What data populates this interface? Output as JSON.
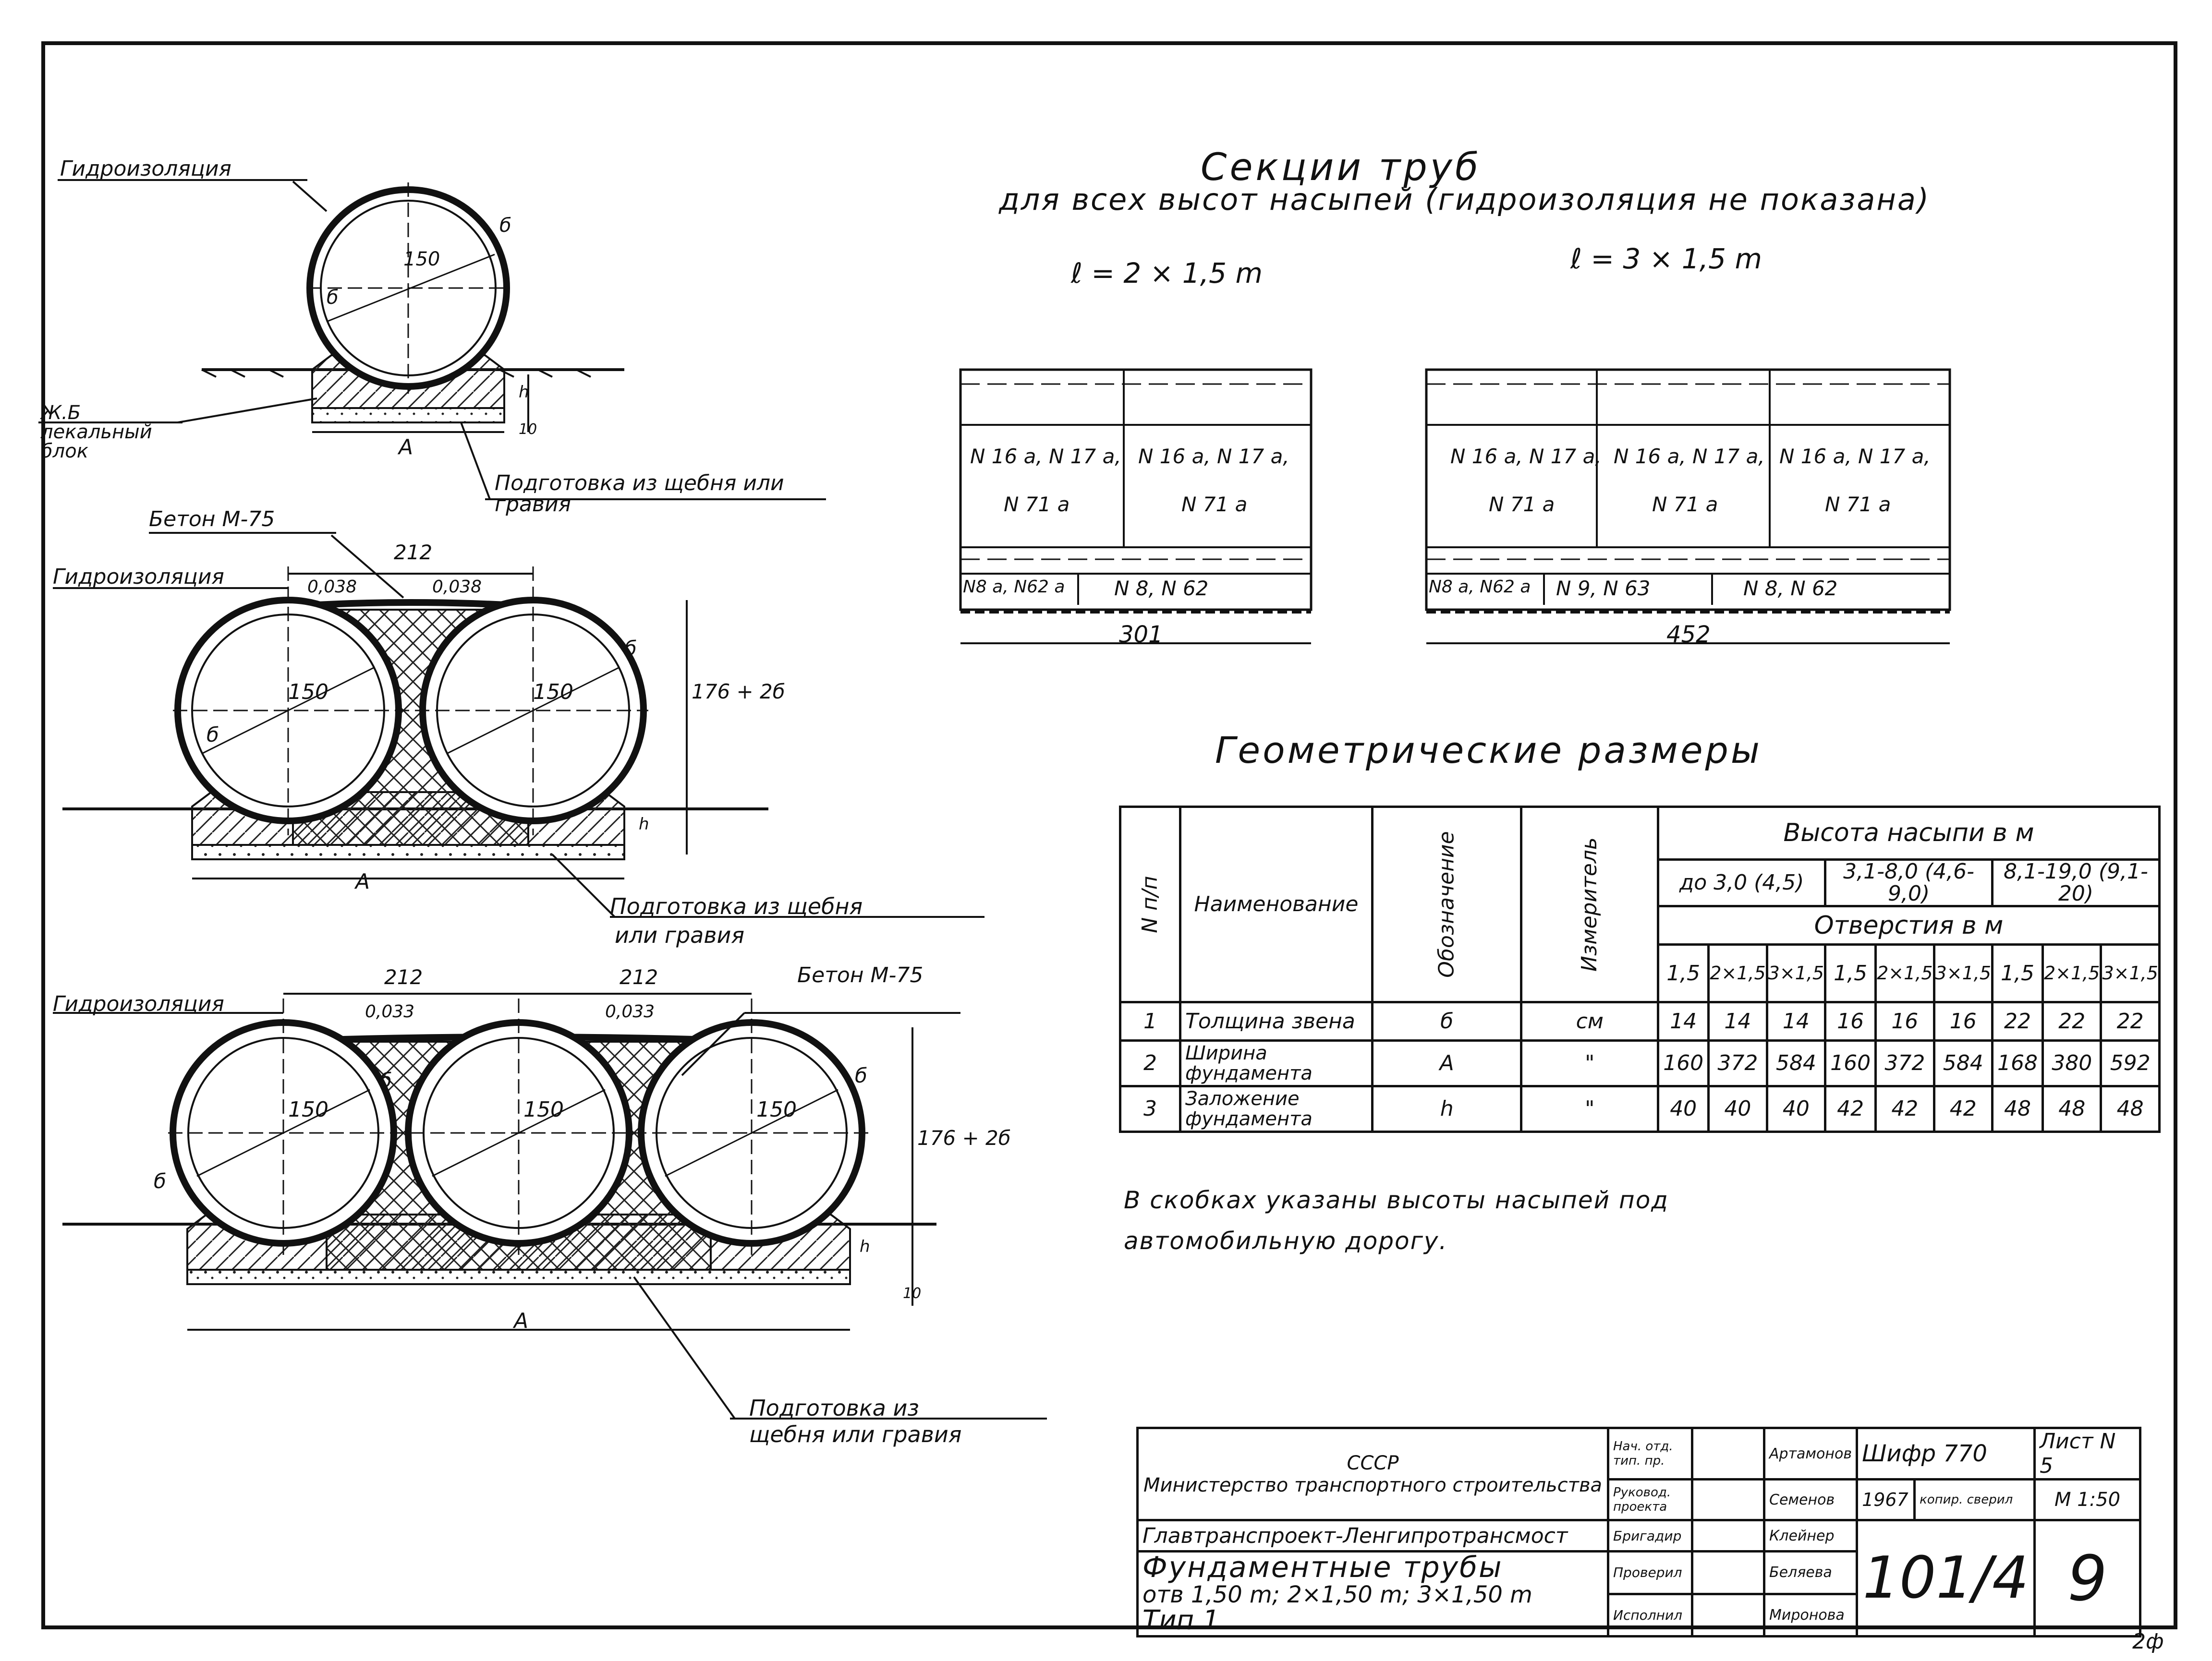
{
  "header": {
    "title": "Секции труб",
    "subtitle": "для всех высот насыпей (гидроизоляция не показана)",
    "left_len": "ℓ = 2 × 1,5 m",
    "right_len": "ℓ = 3 × 1,5 m"
  },
  "sections": {
    "left": {
      "row1": [
        "N 16 a, N 17 a,",
        "N 16 a, N 17 a,"
      ],
      "row2": [
        "N 71 a",
        "N 71 a"
      ],
      "row3": [
        "N8 a, N62 a",
        "N 8, N 62"
      ],
      "dim": "301"
    },
    "right": {
      "row1": [
        "N 16 a, N 17 a,",
        "N 16 a, N 17 a,",
        "N 16 a, N 17 a,"
      ],
      "row2": [
        "N 71 a",
        "N 71 a",
        "N 71 a"
      ],
      "row3": [
        "N8 a, N62 a",
        "N 9, N 63",
        "N 8, N 62"
      ],
      "dim": "452"
    }
  },
  "drawing1": {
    "waterproofing": "Гидроизоляция",
    "diam": "150",
    "wall": "б",
    "block": "Ж.Б лекальный блок",
    "dimA": "A",
    "dimh": "h",
    "dim10": "10",
    "base": "Подготовка из щебня или гравия"
  },
  "drawing2": {
    "concrete": "Бетон М-75",
    "waterproofing": "Гидроизоляция",
    "span": "212",
    "slope1": "0,038",
    "slope2": "0,038",
    "diam": "150",
    "wall": "б",
    "height": "176 + 2б",
    "dimA": "A",
    "dimh": "h",
    "base1": "Подготовка из щебня",
    "base2": "или гравия"
  },
  "drawing3": {
    "concrete": "Бетон М-75",
    "waterproofing": "Гидроизоляция",
    "span1": "212",
    "span2": "212",
    "slope1": "0,033",
    "slope2": "0,033",
    "diam": "150",
    "wall": "б",
    "height": "176 + 2б",
    "dimA": "A",
    "dimh": "h",
    "dim10": "10",
    "base1": "Подготовка из",
    "base2": "щебня или гравия"
  },
  "geom": {
    "title": "Геометрические размеры",
    "col_no": "N п/п",
    "col_name": "Наименование",
    "col_sym": "Обозначение",
    "col_unit": "Измеритель",
    "height_hdr": "Высота насыпи в м",
    "ranges": [
      "до 3,0 (4,5)",
      "3,1-8,0 (4,6-9,0)",
      "8,1-19,0 (9,1-20)"
    ],
    "openings_hdr": "Отверстия в м",
    "openings": [
      "1,5",
      "2×1,5",
      "3×1,5",
      "1,5",
      "2×1,5",
      "3×1,5",
      "1,5",
      "2×1,5",
      "3×1,5"
    ],
    "rows": [
      {
        "no": "1",
        "name": "Толщина звена",
        "sym": "б",
        "unit": "см",
        "vals": [
          "14",
          "14",
          "14",
          "16",
          "16",
          "16",
          "22",
          "22",
          "22"
        ]
      },
      {
        "no": "2",
        "name": "Ширина фундамента",
        "sym": "A",
        "unit": "\"",
        "vals": [
          "160",
          "372",
          "584",
          "160",
          "372",
          "584",
          "168",
          "380",
          "592"
        ]
      },
      {
        "no": "3",
        "name": "Заложение фундамента",
        "sym": "h",
        "unit": "\"",
        "vals": [
          "40",
          "40",
          "40",
          "42",
          "42",
          "42",
          "48",
          "48",
          "48"
        ]
      }
    ],
    "note1": "В скобках указаны высоты насыпей под",
    "note2": "автомобильную дорогу."
  },
  "titleblock": {
    "org1": "СССР",
    "org2": "Министерство транспортного строительства",
    "org3": "Главтранспроект-Ленгипротрансмост",
    "name1": "Фундаментные трубы",
    "name2": "отв 1,50 m; 2×1,50 m; 3×1,50 m",
    "name3": "Тип 1",
    "roles": [
      "Нач. отд. тип. пр.",
      "Руковод. проекта",
      "Бригадир",
      "Проверил",
      "Исполнил"
    ],
    "names": [
      "Артамонов",
      "Семенов",
      "Клейнер",
      "Беляева",
      "Миронова"
    ],
    "cipher": "Шифр 770",
    "year": "1967",
    "copy": "копир. сверил",
    "code": "101/4",
    "sheet": "Лист N 5",
    "scale": "М 1:50",
    "sheet_no": "9"
  },
  "corner": "2ф"
}
